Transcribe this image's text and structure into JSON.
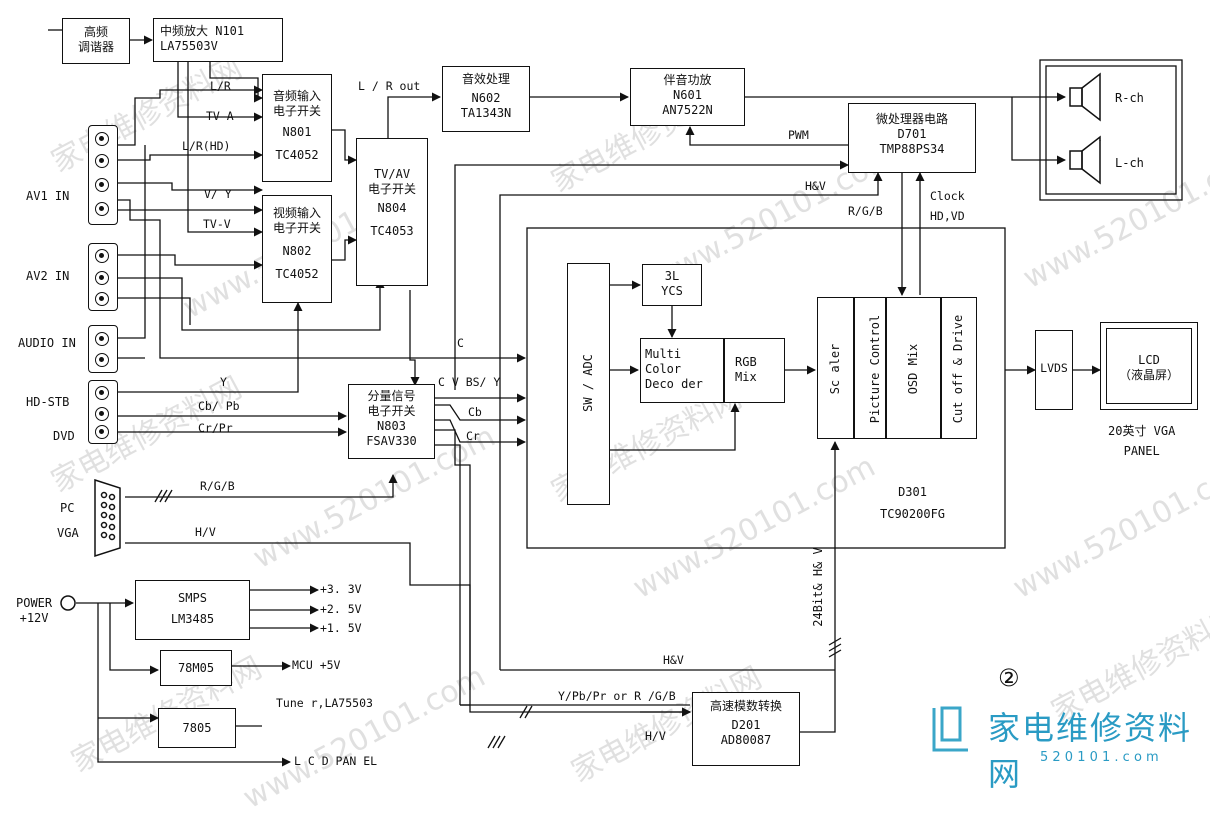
{
  "blocks": {
    "tuner": [
      "高频",
      "调谐器"
    ],
    "if_amp": [
      "中频放大  N101",
      "LA75503V"
    ],
    "audio_switch": [
      "音频输入",
      "电子开关",
      "N801",
      "TC4052"
    ],
    "video_switch": [
      "视频输入",
      "电子开关",
      "N802",
      "TC4052"
    ],
    "tvav_switch": [
      "TV/AV",
      "电子开关",
      "N804",
      "TC4053"
    ],
    "sound_proc": [
      "音效处理",
      "N602",
      "TA1343N"
    ],
    "audio_amp": [
      "伴音功放",
      "N601",
      "AN7522N"
    ],
    "mcu": [
      "微处理器电路",
      "D701",
      "TMP88PS34"
    ],
    "component_switch": [
      "分量信号",
      "电子开关",
      "N803",
      "FSAV330"
    ],
    "ycs": [
      "3L",
      "YCS"
    ],
    "decoder": [
      "Multi",
      "Color",
      "Deco der"
    ],
    "rgb_mix": [
      "RGB",
      "Mix"
    ],
    "lvds": "LVDS",
    "lcd": [
      "LCD",
      "（液晶屏）"
    ],
    "smps": [
      "SMPS",
      "LM3485"
    ],
    "reg_78m05": "78M05",
    "reg_7805": "7805",
    "adc": [
      "高速模数转换",
      "D201",
      "AD80087"
    ]
  },
  "vertical_labels": {
    "sw_adc": "SW / ADC",
    "scaler": "Sc aler",
    "picture_control": "Picture Control",
    "osd_mix": "OSD Mix",
    "cutoff_drive": "Cut off & Drive",
    "bus_24bit": "24Bit& H& V"
  },
  "connectors": {
    "av1": "AV1  IN",
    "av2": "AV2  IN",
    "audio": "AUDIO IN",
    "hdstb": "HD-STB",
    "dvd": "DVD",
    "pc": "PC",
    "vga": "VGA",
    "power": [
      "POWER",
      "+12V"
    ]
  },
  "signals": {
    "lr": "L/R",
    "tva": "TV-A",
    "lrhd": "L/R(HD)",
    "vy": "V/ Y",
    "tvv": "TV-V",
    "lrout": "L / R out",
    "pwm": "PWM",
    "hv": "H&V",
    "rgb": "R/G/B",
    "clock": "Clock",
    "hdvd": "HD,VD",
    "c": "C",
    "y": "Y",
    "cbpb": "Cb/ Pb",
    "crpr": "Cr/Pr",
    "cvbs": "C V BS/  Y",
    "cb": "Cb",
    "cr": "Cr",
    "pc_rgb": "R/G/B",
    "hv2": "H/V",
    "v33": "+3. 3V",
    "v25": "+2. 5V",
    "v15": "+1. 5V",
    "mcu5v": "MCU +5V",
    "tuner_out": "Tune r,LA75503",
    "lcdpanel": "L C D  PAN EL",
    "hv3": "H&V",
    "ypbpr": "Y/Pb/Pr or R /G/B",
    "hv4": "H/V"
  },
  "d301": [
    "D301",
    "TC90200FG"
  ],
  "panel_label": [
    "20英寸 VGA",
    "PANEL"
  ],
  "speakers": {
    "right": "R-ch",
    "left": "L-ch"
  },
  "figure_number": "②",
  "logo": {
    "text": "家电维修资料网",
    "url": "5 2 0 1 0 1 . c o m"
  },
  "watermark": [
    "家电维修资料网",
    "www.520101.com"
  ]
}
